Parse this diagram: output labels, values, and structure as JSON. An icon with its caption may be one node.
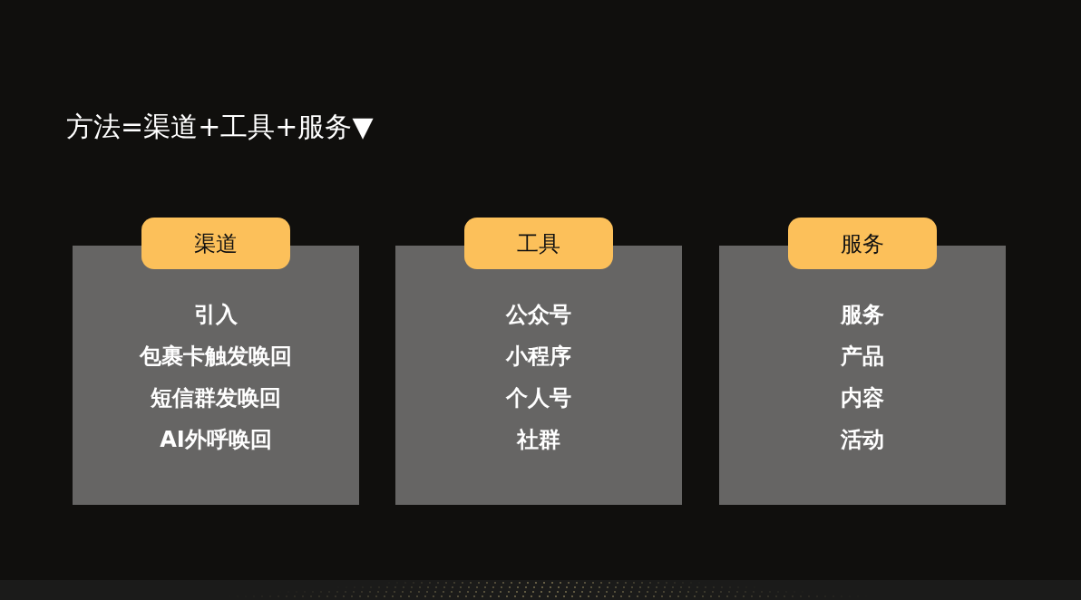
{
  "diagram": {
    "title": "方法=渠道+工具+服务▼",
    "nodes": [
      {
        "text": [
          "渠道"
        ]
      },
      {
        "text": [
          "引入",
          "包裹卡触发唤回",
          "短信群发唤回",
          "AI外呼唤回"
        ]
      },
      {
        "text": [
          "工具"
        ]
      },
      {
        "text": [
          "公众号",
          "小程序",
          "个人号",
          "社群"
        ]
      },
      {
        "text": [
          "服务"
        ]
      },
      {
        "text": [
          "服务",
          "产品",
          "内容",
          "活动"
        ]
      }
    ]
  }
}
